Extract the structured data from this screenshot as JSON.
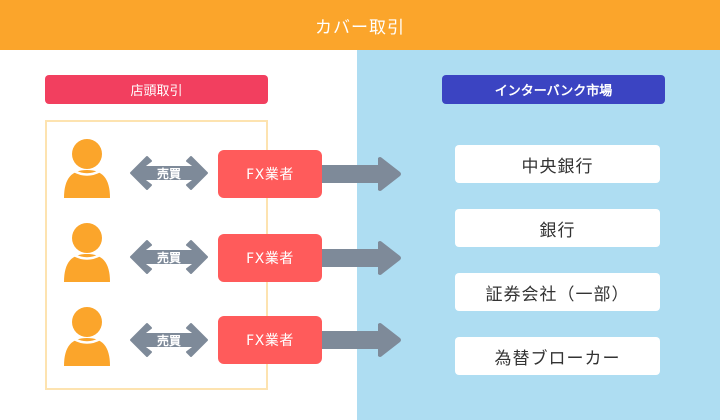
{
  "header": {
    "title": "カバー取引"
  },
  "left": {
    "label": "店頭取引",
    "rows": [
      {
        "trade_label": "売買",
        "dealer_label": "FX業者"
      },
      {
        "trade_label": "売買",
        "dealer_label": "FX業者"
      },
      {
        "trade_label": "売買",
        "dealer_label": "FX業者"
      }
    ]
  },
  "right": {
    "label": "インターバンク市場",
    "participants": [
      "中央銀行",
      "銀行",
      "証券会社（一部）",
      "為替ブローカー"
    ]
  },
  "colors": {
    "header": "#FBA52B",
    "otc_label": "#F23F5F",
    "interbank_label": "#3B44C2",
    "interbank_bg": "#AEDDF2",
    "dealer": "#FF5B5B",
    "person": "#FBA52B",
    "arrow": "#7E8A99",
    "box_border": "#FDE3B0"
  }
}
